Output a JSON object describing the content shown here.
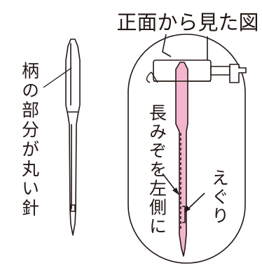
{
  "title": "正面から見た図",
  "labels": {
    "round_shank": "柄の部分が丸い針",
    "long_groove": "長みぞを左側に",
    "scarf": "えぐり"
  },
  "colors": {
    "needle_highlight": "#f4b6cf",
    "line": "#231815"
  }
}
